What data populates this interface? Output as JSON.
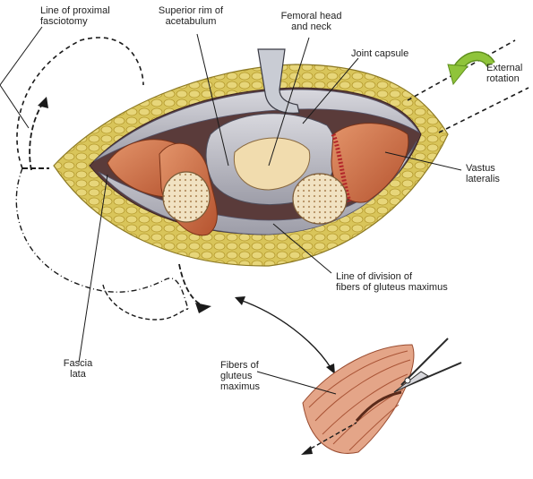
{
  "labels": {
    "line_proximal_fasciotomy": "Line of proximal\nfasciotomy",
    "superior_rim": "Superior rim of\nacetabulum",
    "femoral_head_neck": "Femoral head\nand neck",
    "joint_capsule": "Joint capsule",
    "external_rotation": "External\nrotation",
    "vastus_lateralis": "Vastus\nlateralis",
    "line_division": "Line of division of\nfibers of gluteus maximus",
    "fascia_lata": "Fascia\nlata",
    "fibers_gluteus": "Fibers of\ngluteus\nmaximus"
  },
  "colors": {
    "fat": "#d9c55a",
    "fat_lobule": "#c9b13c",
    "muscle": "#c96b45",
    "muscle_dark": "#9a4326",
    "bone": "#f1e2c2",
    "bone_pore": "#b58f62",
    "capsule": "#bcbcc6",
    "arrow_green": "#8fc43a",
    "line": "#1a1a1a"
  },
  "icons": [
    "external-rotation-arrow-icon",
    "scissors-icon"
  ]
}
